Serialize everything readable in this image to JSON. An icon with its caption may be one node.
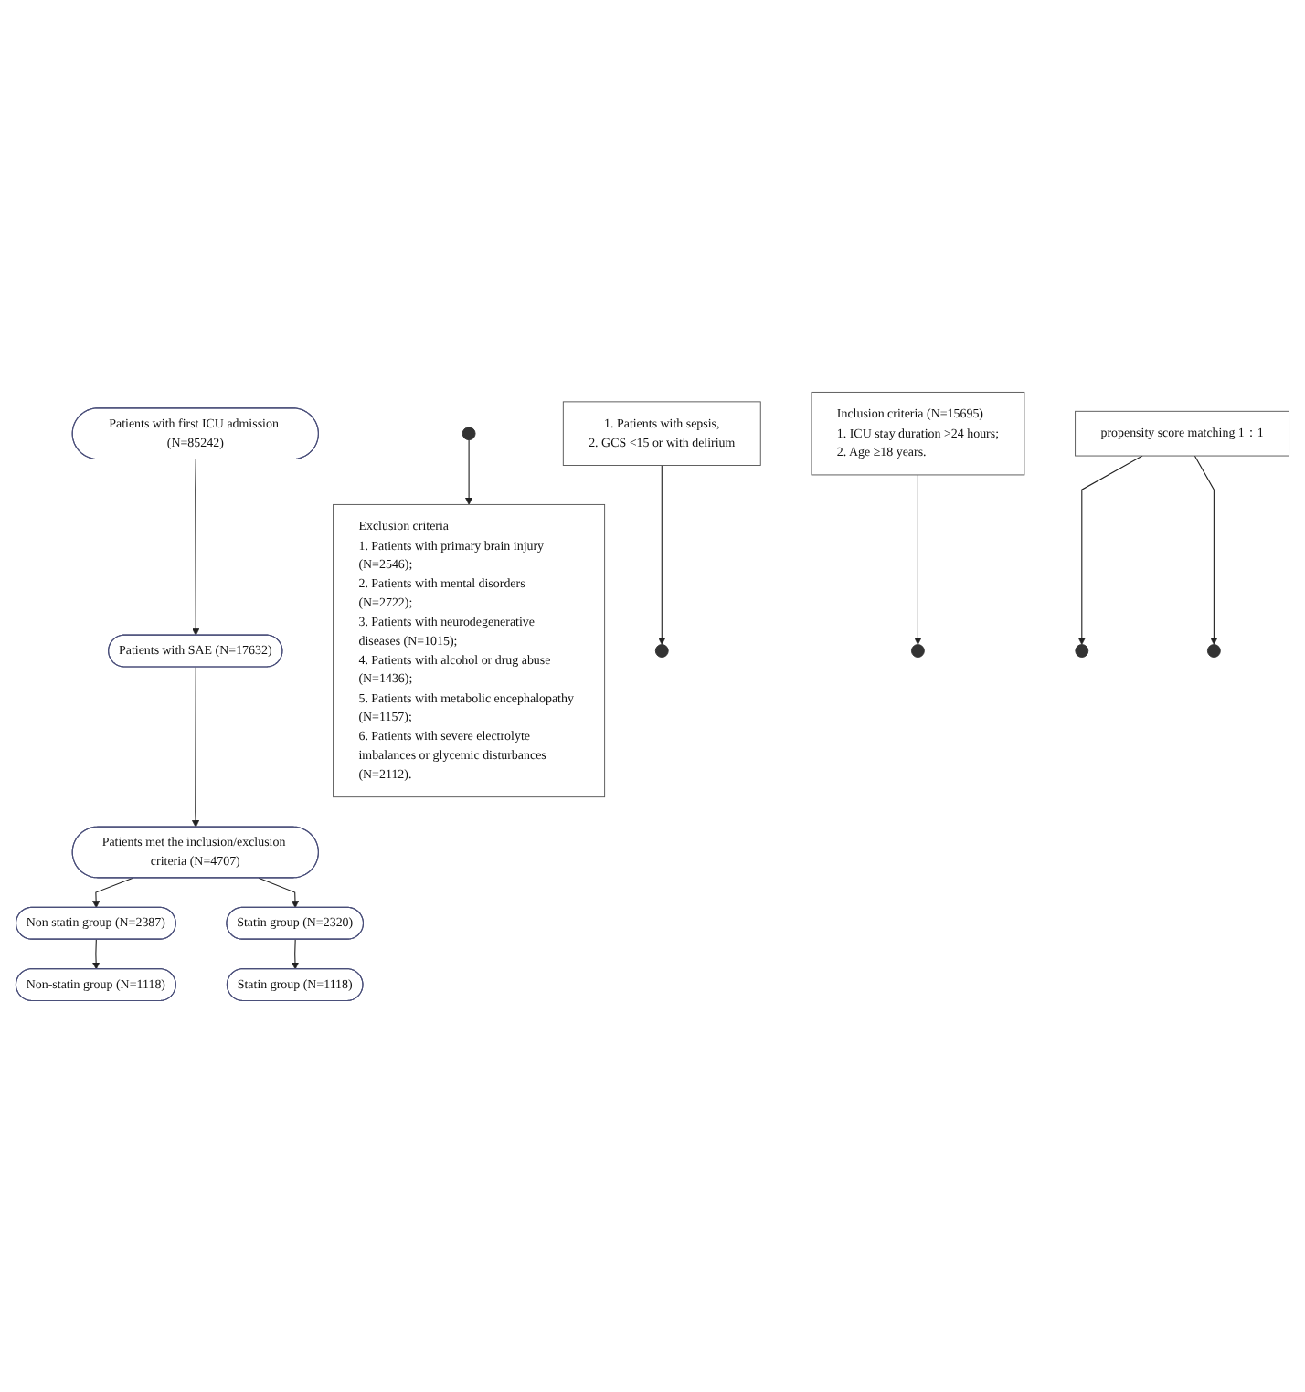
{
  "diagram": {
    "nodes": [
      {
        "text": [
          "Patients with first ICU admission (N=85242)"
        ]
      },
      {
        "text": [
          "1. Patients with  sepsis,",
          "2. GCS <15 or with delirium"
        ]
      },
      {
        "text": [
          "Patients with SAE (N=17632)"
        ]
      },
      {
        "text": [
          "Inclusion criteria (N=15695)",
          "1. ICU stay duration >24 hours;",
          "2. Age ≥18 years."
        ]
      },
      {
        "text": [
          "Exclusion criteria",
          "1. Patients with primary brain injury (N=2546);",
          "2. Patients with mental disorders (N=2722);",
          "3. Patients with neurodegenerative diseases (N=1015);",
          "4. Patients with alcohol or drug abuse (N=1436);",
          "5. Patients with metabolic encephalopathy (N=1157);",
          "6. Patients with severe electrolyte imbalances or glycemic disturbances (N=2112)."
        ]
      },
      {
        "text": [
          "Patients met the inclusion/exclusion criteria (N=4707)"
        ]
      },
      {
        "text": [
          "Non statin group (N=2387)"
        ]
      },
      {
        "text": [
          "Statin group (N=2320)"
        ]
      },
      {
        "text": [
          "propensity score matching 1：1"
        ]
      },
      {
        "text": [
          "Non-statin group (N=1118)"
        ]
      },
      {
        "text": [
          "Statin group (N=1118)"
        ]
      }
    ],
    "edges": [
      {
        "from": 0,
        "to": 2,
        "arrow": "to"
      },
      {
        "from": 1,
        "to": null,
        "arrow": "to"
      },
      {
        "from": 2,
        "to": 5,
        "arrow": "to"
      },
      {
        "from": 3,
        "to": null,
        "arrow": "to"
      },
      {
        "from": null,
        "to": 4,
        "arrow": "to"
      },
      {
        "from": 5,
        "to": 6,
        "arrow": "to"
      },
      {
        "from": 5,
        "to": 7,
        "arrow": "to"
      },
      {
        "from": 6,
        "to": 9,
        "arrow": "to"
      },
      {
        "from": 7,
        "to": 10,
        "arrow": "to"
      },
      {
        "from": 8,
        "to": null,
        "arrow": "to"
      },
      {
        "from": 8,
        "to": null,
        "arrow": "to"
      }
    ]
  }
}
